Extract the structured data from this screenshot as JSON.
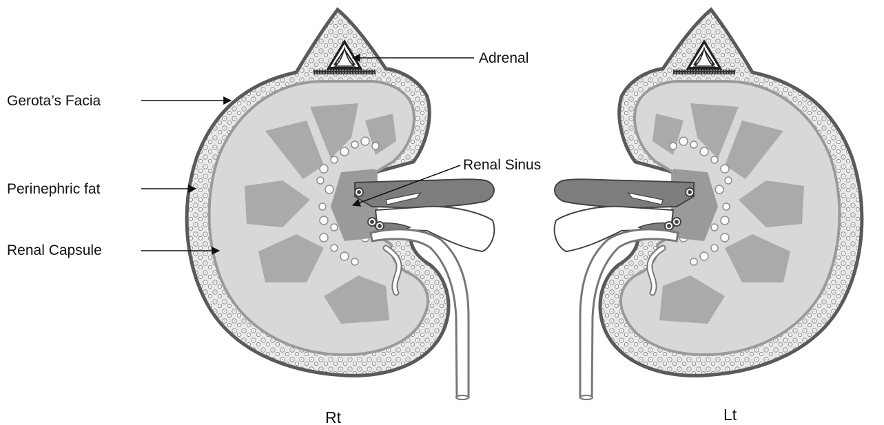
{
  "labels": {
    "adrenal": "Adrenal",
    "gerotas_fascia": "Gerota’s Facia",
    "perinephric_fat": "Perinephric fat",
    "renal_capsule": "Renal Capsule",
    "renal_sinus": "Renal Sinus",
    "right_side": "Rt",
    "left_side": "Lt"
  },
  "colors": {
    "outline": "#555555",
    "fat_fill": "#e7e7e7",
    "fat_dots": "#9b9b9b",
    "cortex": "#d9d9d9",
    "pyramids": "#a9a9a9",
    "vessels": "#7a7a7a",
    "white": "#ffffff"
  }
}
